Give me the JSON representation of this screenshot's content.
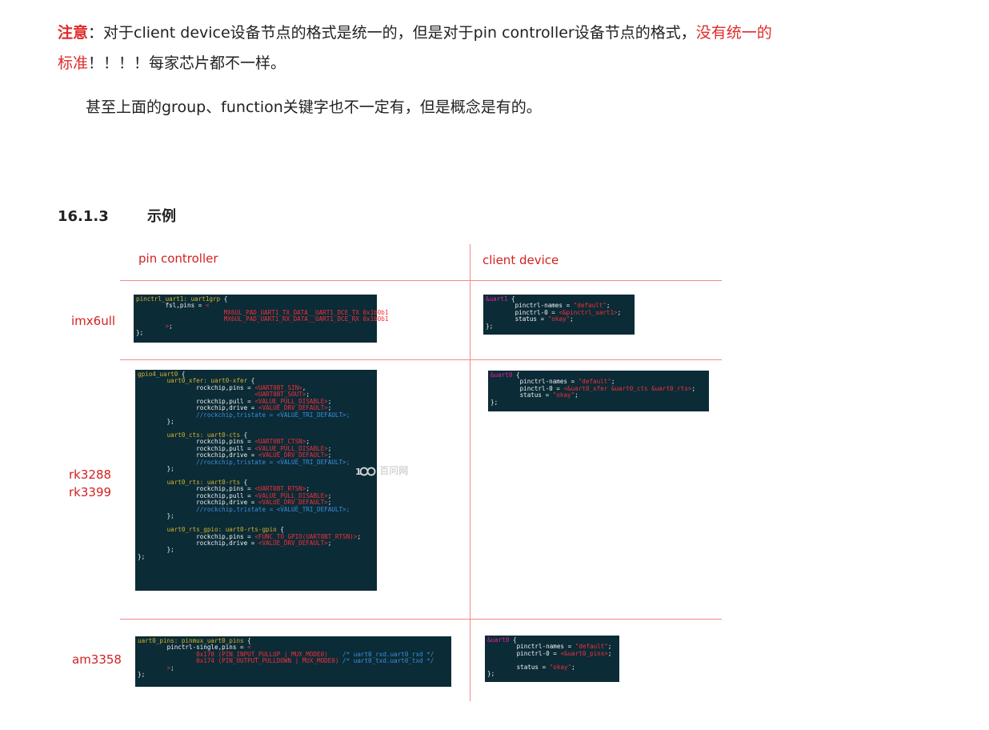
{
  "note": {
    "label": "注意",
    "colon": "：",
    "text1": "对于client device设备节点的格式是统一的，但是对于pin controller设备节点的格式，",
    "red1": "没有统一的",
    "red2": "标准",
    "text2": "！！！！每家芯片都不一样。"
  },
  "para2": "甚至上面的group、function关键字也不一定有，但是概念是有的。",
  "section": {
    "number": "16.1.3",
    "title": "示例"
  },
  "table": {
    "col_headers": [
      "pin controller",
      "client device"
    ],
    "rows": [
      {
        "label_lines": [
          "imx6ull"
        ]
      },
      {
        "label_lines": [
          "rk3288",
          "rk3399"
        ]
      },
      {
        "label_lines": [
          "am3358"
        ]
      }
    ]
  },
  "code": {
    "imx_pc": [
      [
        [
          "c-label",
          "pinctrl_uart1: uart1grp "
        ],
        [
          "c-text",
          "{"
        ]
      ],
      [
        [
          "c-text",
          "        fsl,pins = "
        ],
        [
          "c-str",
          "<"
        ]
      ],
      [
        [
          "c-str",
          "                        MX6UL_PAD_UART1_TX_DATA__UART1_DCE_TX 0x1b0b1"
        ]
      ],
      [
        [
          "c-str",
          "                        MX6UL_PAD_UART1_RX_DATA__UART1_DCE_RX 0x1b0b1"
        ]
      ],
      [
        [
          "c-str",
          "        >"
        ],
        [
          "c-text",
          ";"
        ]
      ],
      [
        [
          "c-text",
          "};"
        ]
      ]
    ],
    "imx_client": [
      [
        [
          "c-ref",
          "&uart1 "
        ],
        [
          "c-text",
          "{"
        ]
      ],
      [
        [
          "c-text",
          "        pinctrl-names = "
        ],
        [
          "c-str",
          "\"default\""
        ],
        [
          "c-text",
          ";"
        ]
      ],
      [
        [
          "c-text",
          "        pinctrl-0 = "
        ],
        [
          "c-str",
          "<&pinctrl_uart1>"
        ],
        [
          "c-text",
          ";"
        ]
      ],
      [
        [
          "c-text",
          "        status = "
        ],
        [
          "c-str",
          "\"okay\""
        ],
        [
          "c-text",
          ";"
        ]
      ],
      [
        [
          "c-text",
          "};"
        ]
      ]
    ],
    "rk_pc": [
      [
        [
          "c-label",
          "gpio4_uart0 "
        ],
        [
          "c-text",
          "{"
        ]
      ],
      [
        [
          "c-label",
          "        uart0_xfer: uart0-xfer "
        ],
        [
          "c-text",
          "{"
        ]
      ],
      [
        [
          "c-text",
          "                rockchip,pins = "
        ],
        [
          "c-str",
          "<UART0BT_SIN>"
        ],
        [
          "c-text",
          ","
        ]
      ],
      [
        [
          "c-str",
          "                                <UART0BT_SOUT>"
        ],
        [
          "c-text",
          ";"
        ]
      ],
      [
        [
          "c-text",
          "                rockchip,pull = "
        ],
        [
          "c-str",
          "<VALUE_PULL_DISABLE>"
        ],
        [
          "c-text",
          ";"
        ]
      ],
      [
        [
          "c-text",
          "                rockchip,drive = "
        ],
        [
          "c-str",
          "<VALUE_DRV_DEFAULT>"
        ],
        [
          "c-text",
          ";"
        ]
      ],
      [
        [
          "c-cmt",
          "                //rockchip,tristate = <VALUE_TRI_DEFAULT>;"
        ]
      ],
      [
        [
          "c-text",
          "        };"
        ]
      ],
      [
        [
          "c-text",
          ""
        ]
      ],
      [
        [
          "c-label",
          "        uart0_cts: uart0-cts "
        ],
        [
          "c-text",
          "{"
        ]
      ],
      [
        [
          "c-text",
          "                rockchip,pins = "
        ],
        [
          "c-str",
          "<UART0BT_CTSN>"
        ],
        [
          "c-text",
          ";"
        ]
      ],
      [
        [
          "c-text",
          "                rockchip,pull = "
        ],
        [
          "c-str",
          "<VALUE_PULL_DISABLE>"
        ],
        [
          "c-text",
          ";"
        ]
      ],
      [
        [
          "c-text",
          "                rockchip,drive = "
        ],
        [
          "c-str",
          "<VALUE_DRV_DEFAULT>"
        ],
        [
          "c-text",
          ";"
        ]
      ],
      [
        [
          "c-cmt",
          "                //rockchip,tristate = <VALUE_TRI_DEFAULT>;"
        ]
      ],
      [
        [
          "c-text",
          "        };"
        ]
      ],
      [
        [
          "c-text",
          ""
        ]
      ],
      [
        [
          "c-label",
          "        uart0_rts: uart0-rts "
        ],
        [
          "c-text",
          "{"
        ]
      ],
      [
        [
          "c-text",
          "                rockchip,pins = "
        ],
        [
          "c-str",
          "<UART0BT_RTSN>"
        ],
        [
          "c-text",
          ";"
        ]
      ],
      [
        [
          "c-text",
          "                rockchip,pull = "
        ],
        [
          "c-str",
          "<VALUE_PULL_DISABLE>"
        ],
        [
          "c-text",
          ";"
        ]
      ],
      [
        [
          "c-text",
          "                rockchip,drive = "
        ],
        [
          "c-str",
          "<VALUE_DRV_DEFAULT>"
        ],
        [
          "c-text",
          ";"
        ]
      ],
      [
        [
          "c-cmt",
          "                //rockchip,tristate = <VALUE_TRI_DEFAULT>;"
        ]
      ],
      [
        [
          "c-text",
          "        };"
        ]
      ],
      [
        [
          "c-text",
          ""
        ]
      ],
      [
        [
          "c-label",
          "        uart0_rts_gpio: uart0-rts-gpio "
        ],
        [
          "c-text",
          "{"
        ]
      ],
      [
        [
          "c-text",
          "                rockchip,pins = "
        ],
        [
          "c-str",
          "<FUNC_TO_GPIO(UART0BT_RTSN)>"
        ],
        [
          "c-text",
          ";"
        ]
      ],
      [
        [
          "c-text",
          "                rockchip,drive = "
        ],
        [
          "c-str",
          "<VALUE_DRV_DEFAULT>"
        ],
        [
          "c-text",
          ";"
        ]
      ],
      [
        [
          "c-text",
          "        };"
        ]
      ],
      [
        [
          "c-text",
          "};"
        ]
      ]
    ],
    "rk_client": [
      [
        [
          "c-ref",
          "&uart0 "
        ],
        [
          "c-text",
          "{"
        ]
      ],
      [
        [
          "c-text",
          "        pinctrl-names = "
        ],
        [
          "c-str",
          "\"default\""
        ],
        [
          "c-text",
          ";"
        ]
      ],
      [
        [
          "c-text",
          "        pinctrl-0 = "
        ],
        [
          "c-str",
          "<&uart0_xfer &uart0_cts &uart0_rts>"
        ],
        [
          "c-text",
          ";"
        ]
      ],
      [
        [
          "c-text",
          "        status = "
        ],
        [
          "c-str",
          "\"okay\""
        ],
        [
          "c-text",
          ";"
        ]
      ],
      [
        [
          "c-text",
          "};"
        ]
      ]
    ],
    "am_pc": [
      [
        [
          "c-label",
          "uart0_pins: pinmux_uart0_pins "
        ],
        [
          "c-text",
          "{"
        ]
      ],
      [
        [
          "c-text",
          "        pinctrl-single,pins = "
        ],
        [
          "c-str",
          "<"
        ]
      ],
      [
        [
          "c-str",
          "                0x170 (PIN_INPUT_PULLUP | MUX_MODE0)    "
        ],
        [
          "c-cmt",
          "/* uart0_rxd.uart0_rxd */"
        ]
      ],
      [
        [
          "c-str",
          "                0x174 (PIN_OUTPUT_PULLDOWN | MUX_MODE0) "
        ],
        [
          "c-cmt",
          "/* uart0_txd.uart0_txd */"
        ]
      ],
      [
        [
          "c-str",
          "        >"
        ],
        [
          "c-text",
          ";"
        ]
      ],
      [
        [
          "c-text",
          "};"
        ]
      ]
    ],
    "am_client": [
      [
        [
          "c-ref",
          "&uart0 "
        ],
        [
          "c-text",
          "{"
        ]
      ],
      [
        [
          "c-text",
          "        pinctrl-names = "
        ],
        [
          "c-str",
          "\"default\""
        ],
        [
          "c-text",
          ";"
        ]
      ],
      [
        [
          "c-text",
          "        pinctrl-0 = "
        ],
        [
          "c-str",
          "<&uart0_pins>"
        ],
        [
          "c-text",
          ";"
        ]
      ],
      [
        [
          "c-text",
          ""
        ]
      ],
      [
        [
          "c-text",
          "        status = "
        ],
        [
          "c-str",
          "\"okay\""
        ],
        [
          "c-text",
          ";"
        ]
      ],
      [
        [
          "c-text",
          "};"
        ]
      ]
    ]
  },
  "watermark": {
    "text": "百问网",
    "logo_icon": "100ask-logo-icon"
  },
  "colors": {
    "accent_red": "#e02b2b",
    "table_line": "#f08a8a",
    "code_bg": "#0b2b36"
  }
}
